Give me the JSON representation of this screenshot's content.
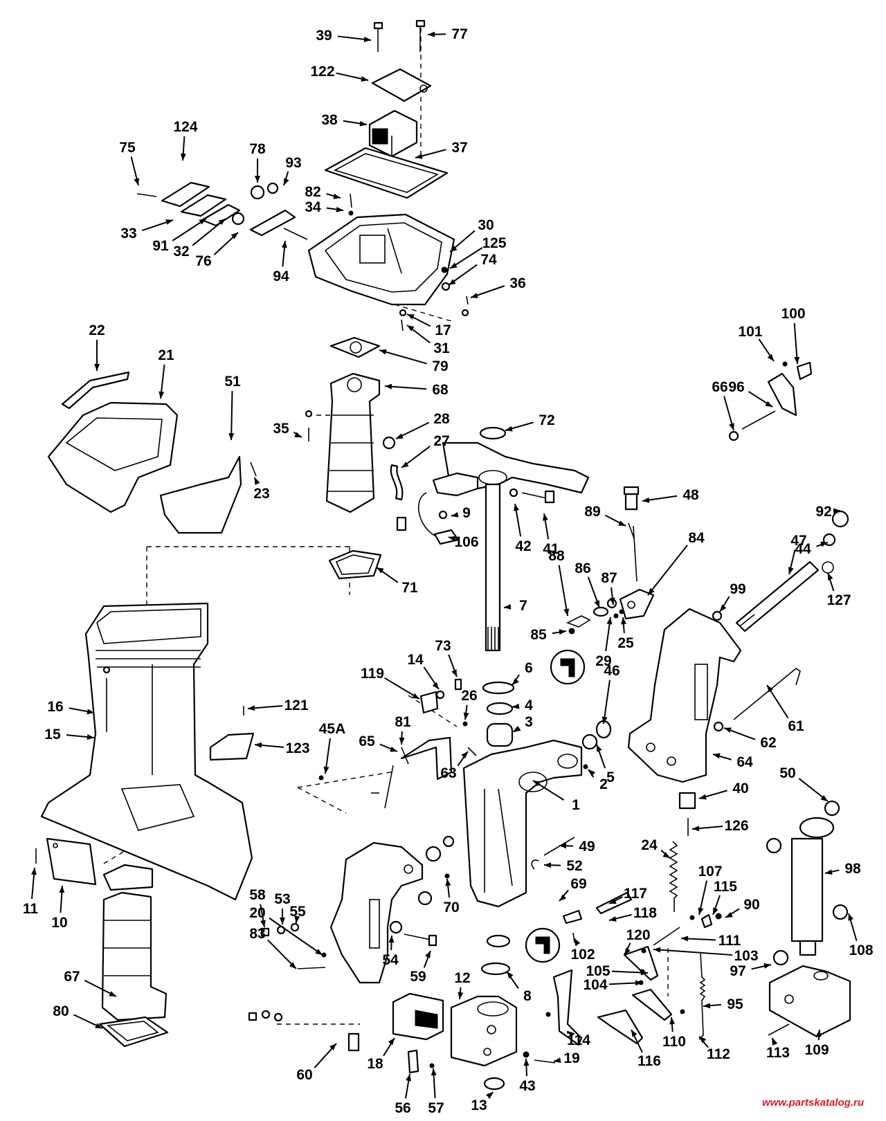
{
  "watermark": "www.partskatalog.ru",
  "colors": {
    "ink": "#000000",
    "paper": "#ffffff",
    "watermark": "#d81b2a"
  },
  "callouts": [
    "39",
    "77",
    "122",
    "38",
    "37",
    "124",
    "75",
    "78",
    "93",
    "82",
    "34",
    "33",
    "91",
    "32",
    "76",
    "94",
    "30",
    "125",
    "74",
    "36",
    "17",
    "31",
    "79",
    "68",
    "22",
    "21",
    "51",
    "23",
    "35",
    "28",
    "27",
    "72",
    "9",
    "106",
    "42",
    "41",
    "48",
    "89",
    "87",
    "84",
    "86",
    "88",
    "85",
    "29",
    "25",
    "7",
    "100",
    "101",
    "96",
    "66",
    "92",
    "44",
    "47",
    "127",
    "99",
    "71",
    "14",
    "73",
    "119",
    "6",
    "4",
    "3",
    "26",
    "45A",
    "81",
    "65",
    "63",
    "2",
    "5",
    "1",
    "46",
    "62",
    "61",
    "64",
    "16",
    "15",
    "121",
    "123",
    "40",
    "126",
    "50",
    "98",
    "49",
    "52",
    "24",
    "69",
    "117",
    "118",
    "107",
    "115",
    "90",
    "111",
    "103",
    "120",
    "102",
    "105",
    "104",
    "108",
    "97",
    "95",
    "114",
    "116",
    "110",
    "112",
    "113",
    "109",
    "12",
    "8",
    "19",
    "43",
    "13",
    "10",
    "11",
    "67",
    "80",
    "58",
    "53",
    "55",
    "20",
    "83",
    "54",
    "59",
    "70",
    "60",
    "18",
    "56",
    "57"
  ]
}
